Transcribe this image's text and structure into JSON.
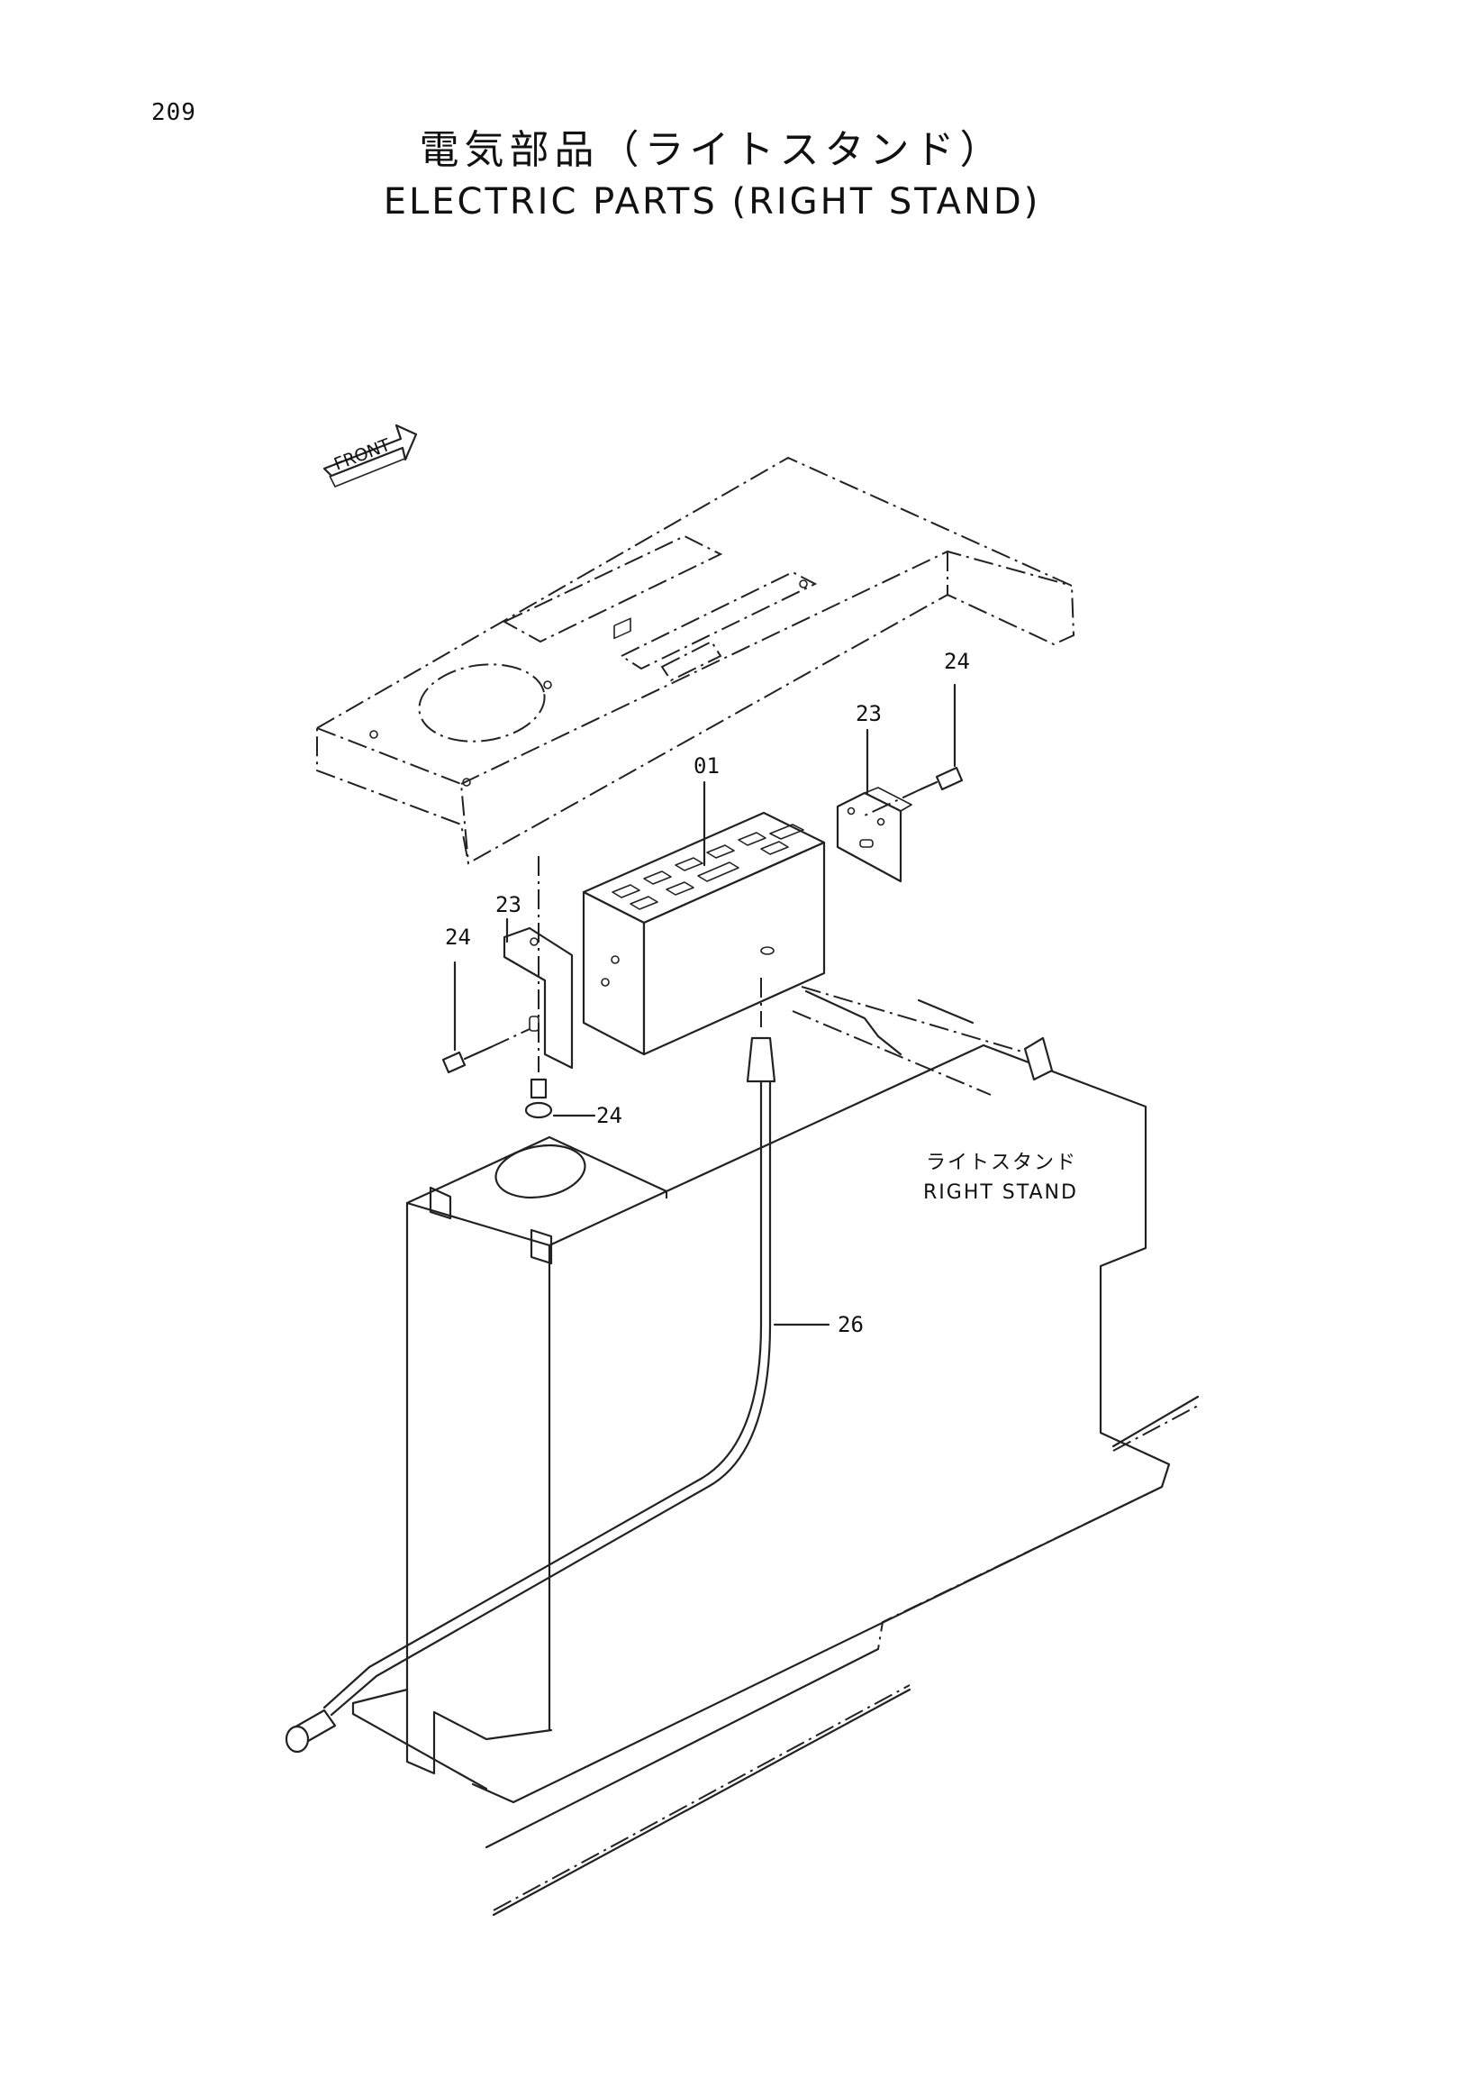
{
  "page": {
    "number": "209",
    "title_jp": "電気部品（ライトスタンド）",
    "title_en": "ELECTRIC PARTS (RIGHT STAND)"
  },
  "front_marker": "FRONT",
  "stand_label": {
    "jp": "ライトスタンド",
    "en": "RIGHT STAND"
  },
  "callouts": {
    "controller": "01",
    "bracket_upper": "23",
    "bracket_lower": "23",
    "bolt_upper": "24",
    "bolt_left": "24",
    "bolt_bottom": "24",
    "cable": "26"
  }
}
